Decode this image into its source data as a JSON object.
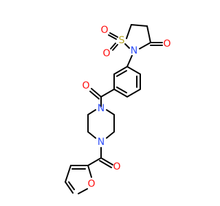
{
  "molecule": {
    "atoms": {
      "s1": "S",
      "n1": "N",
      "n2": "N",
      "n3": "N",
      "o_s1": "O",
      "o_s2": "O",
      "o_ring": "O",
      "o_amide1": "O",
      "o_amide2": "O",
      "o_furan": "O"
    },
    "colors": {
      "carbon": "#000000",
      "oxygen": "#ff0d0d",
      "nitrogen": "#3050f8",
      "sulfur": "#b5a626"
    }
  }
}
